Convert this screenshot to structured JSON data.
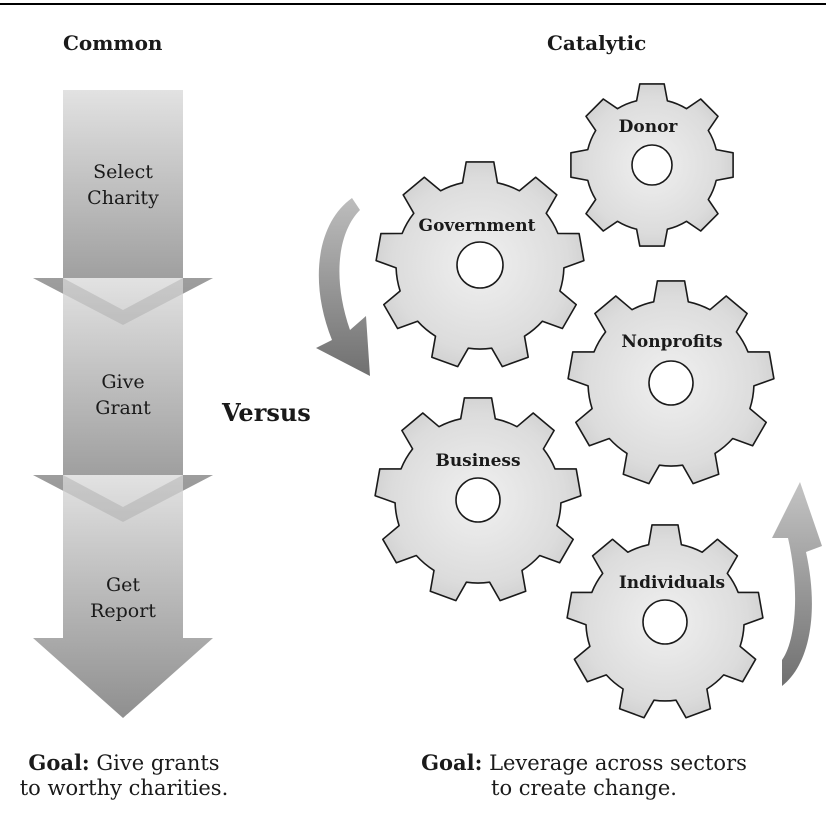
{
  "left": {
    "heading": "Common",
    "steps": [
      {
        "line1": "Select",
        "line2": "Charity"
      },
      {
        "line1": "Give",
        "line2": "Grant"
      },
      {
        "line1": "Get",
        "line2": "Report"
      }
    ],
    "goal": {
      "label": "Goal:",
      "line1": "Give grants",
      "line2": "to worthy charities."
    }
  },
  "middle": {
    "versus": "Versus"
  },
  "right": {
    "heading": "Catalytic",
    "gears": [
      {
        "label": "Donor"
      },
      {
        "label": "Government"
      },
      {
        "label": "Nonprofits"
      },
      {
        "label": "Business"
      },
      {
        "label": "Individuals"
      }
    ],
    "goal": {
      "label": "Goal:",
      "line1": "Leverage across sectors",
      "line2": "to create change."
    }
  },
  "colors": {
    "arrow_light": "#dcdcdc",
    "arrow_dark": "#8c8c8c",
    "gear_fill": "#dedede",
    "gear_stroke": "#1a1a1a",
    "curved_arrow": "#8a8a8a"
  }
}
